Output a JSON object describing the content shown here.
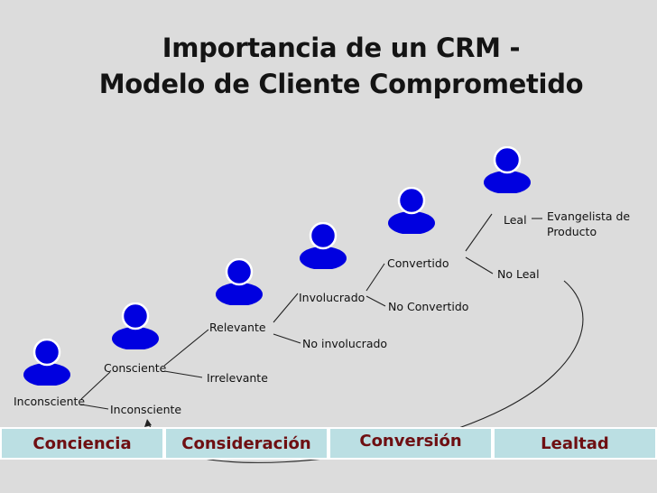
{
  "title": {
    "line1": "Importancia de un CRM -",
    "line2": "Modelo de Cliente Comprometido"
  },
  "nodes": {
    "inconsciente": "Inconsciente",
    "consciente": "Consciente",
    "inconsciente_2": "Inconsciente",
    "relevante": "Relevante",
    "irrelevante": "Irrelevante",
    "involucrado": "Involucrado",
    "no_involucrado": "No involucrado",
    "convertido": "Convertido",
    "no_convertido": "No Convertido",
    "leal": "Leal",
    "no_leal": "No Leal",
    "evangelista": "Evangelista de",
    "evangelista_2": "Producto"
  },
  "stages": [
    "Conciencia",
    "Consideración",
    "Conversión",
    "Lealtad"
  ],
  "colors": {
    "person": "#0000e0",
    "stage_bg": "#bbdfe3",
    "stage_text": "#6e0f12",
    "background": "#dcdcdc"
  }
}
